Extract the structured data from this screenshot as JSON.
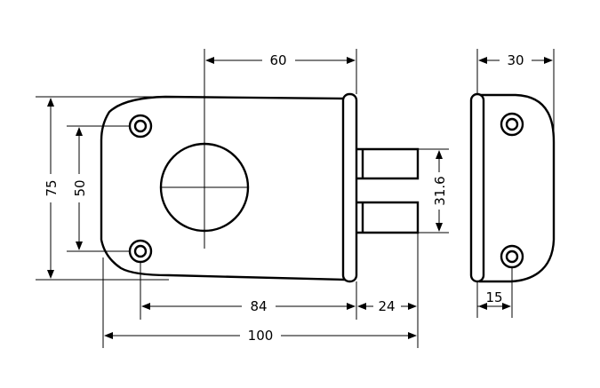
{
  "dimensions": {
    "top_width": "60",
    "side_width": "30",
    "overall_height": "75",
    "screw_spacing": "50",
    "bolt_span": "31.6",
    "screw_to_front": "84",
    "bolt_projection": "24",
    "overall_length": "100",
    "side_screw_offset": "15"
  }
}
